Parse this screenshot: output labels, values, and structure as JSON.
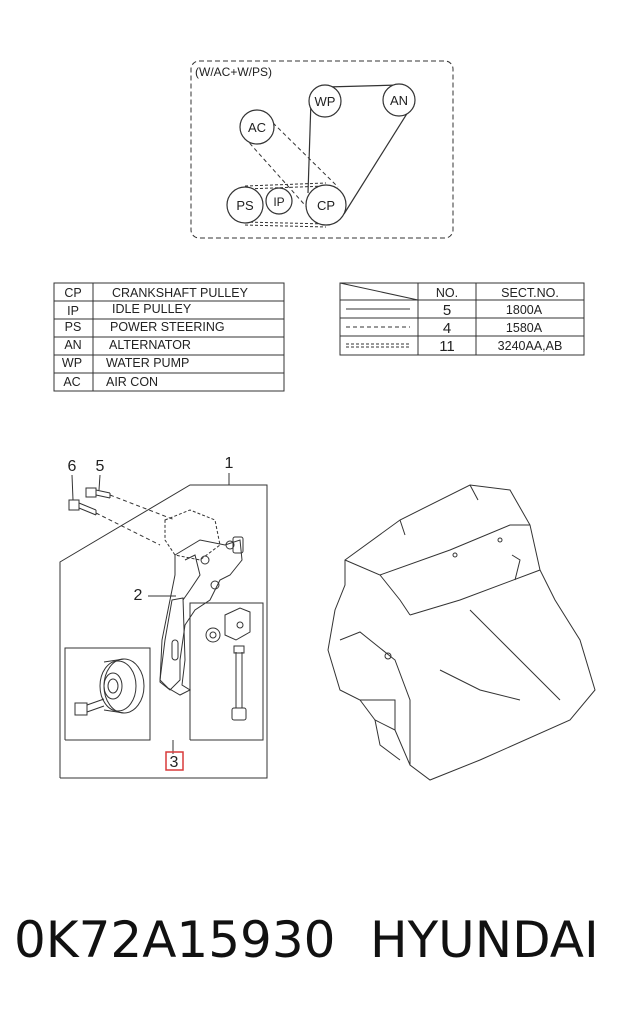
{
  "belt_diagram": {
    "caption": "(W/AC+W/PS)",
    "pulleys": {
      "wp": "WP",
      "an": "AN",
      "ac": "AC",
      "ps": "PS",
      "ip": "IP",
      "cp": "CP"
    }
  },
  "legend_table": {
    "rows": [
      {
        "code": "CP",
        "name": "CRANKSHAFT PULLEY"
      },
      {
        "code": "IP",
        "name": "IDLE PULLEY"
      },
      {
        "code": "PS",
        "name": "POWER STEERING"
      },
      {
        "code": "AN",
        "name": "ALTERNATOR"
      },
      {
        "code": "WP",
        "name": "WATER PUMP"
      },
      {
        "code": "AC",
        "name": "AIR CON"
      }
    ]
  },
  "belt_table": {
    "headers": {
      "no": "NO.",
      "sect": "SECT.NO."
    },
    "rows": [
      {
        "no": "5",
        "sect": "1800A"
      },
      {
        "no": "4",
        "sect": "1580A"
      },
      {
        "no": "11",
        "sect": "3240AA,AB"
      }
    ]
  },
  "callouts": {
    "c1": "1",
    "c2": "2",
    "c3": "3",
    "c5": "5",
    "c6": "6"
  },
  "colors": {
    "highlight": "#d83a3a",
    "line": "#333333"
  },
  "footer": {
    "part_number": "0K72A15930",
    "brand": "HYUNDAI"
  }
}
